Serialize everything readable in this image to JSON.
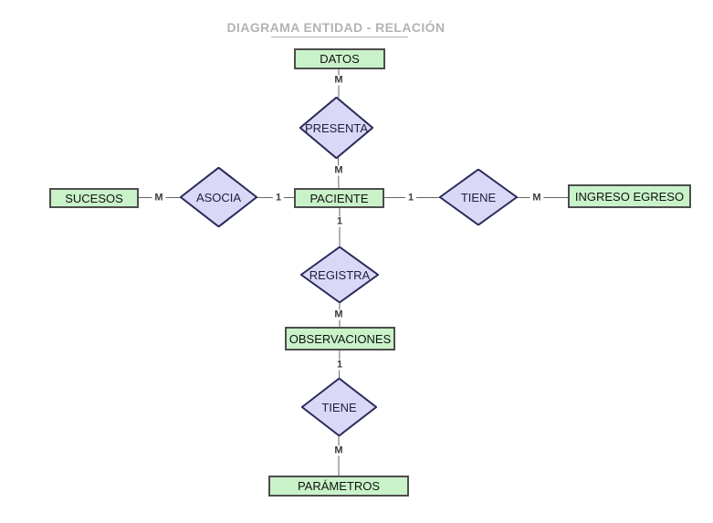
{
  "title": {
    "text": "DIAGRAMA ENTIDAD - RELACIÓN"
  },
  "colors": {
    "entity_fill": "#c9f2c9",
    "entity_border": "#4d4d4d",
    "relation_fill": "#d9d9f7",
    "relation_border": "#29295a",
    "line": "#666666",
    "title": "#b3b3b3",
    "label": "#3a3a3a"
  },
  "entities": [
    {
      "id": "datos",
      "label": "DATOS"
    },
    {
      "id": "sucesos",
      "label": "SUCESOS"
    },
    {
      "id": "paciente",
      "label": "PACIENTE"
    },
    {
      "id": "ingreso-egreso",
      "label": "INGRESO EGRESO"
    },
    {
      "id": "observaciones",
      "label": "OBSERVACIONES"
    },
    {
      "id": "parametros",
      "label": "PARÁMETROS"
    }
  ],
  "relationships": [
    {
      "id": "presenta",
      "label": "PRESENTA"
    },
    {
      "id": "asocia",
      "label": "ASOCIA"
    },
    {
      "id": "tiene-right",
      "label": "TIENE"
    },
    {
      "id": "registra",
      "label": "REGISTRA"
    },
    {
      "id": "tiene-bottom",
      "label": "TIENE"
    }
  ],
  "edges": [
    {
      "from": "DATOS",
      "to": "PRESENTA",
      "cardinality": "M"
    },
    {
      "from": "PRESENTA",
      "to": "PACIENTE",
      "cardinality": "M"
    },
    {
      "from": "SUCESOS",
      "to": "ASOCIA",
      "cardinality": "M"
    },
    {
      "from": "ASOCIA",
      "to": "PACIENTE",
      "cardinality": "1"
    },
    {
      "from": "PACIENTE",
      "to": "TIENE",
      "cardinality": "1"
    },
    {
      "from": "TIENE",
      "to": "INGRESO EGRESO",
      "cardinality": "M"
    },
    {
      "from": "PACIENTE",
      "to": "REGISTRA",
      "cardinality": "1"
    },
    {
      "from": "REGISTRA",
      "to": "OBSERVACIONES",
      "cardinality": "M"
    },
    {
      "from": "OBSERVACIONES",
      "to": "TIENE",
      "cardinality": "1"
    },
    {
      "from": "TIENE",
      "to": "PARÁMETROS",
      "cardinality": "M"
    }
  ]
}
